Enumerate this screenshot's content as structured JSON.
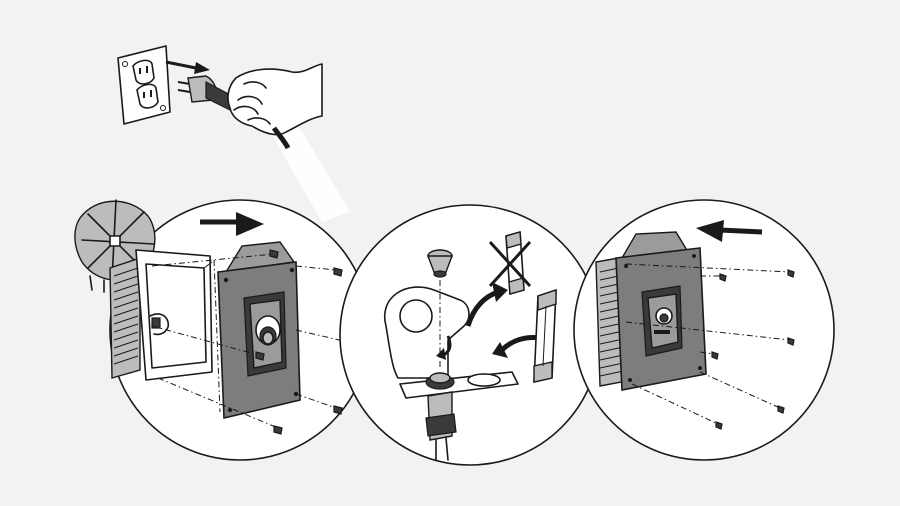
{
  "colors": {
    "background": "#f2f2f2",
    "line": "#1a1a1a",
    "plate": "#7d7d7d",
    "white": "#ffffff"
  },
  "steps": [
    {
      "id": "unplug",
      "icons": [
        "outlet-icon",
        "plug-icon",
        "hand-icon"
      ]
    },
    {
      "id": "remove-cover-plate",
      "icons": [
        "fan-guard-icon",
        "housing-box-icon",
        "cover-plate-icon",
        "screw-icon",
        "arrow-right-icon"
      ]
    },
    {
      "id": "replace-fuse",
      "icons": [
        "fuse-holder-icon",
        "fuse-cap-icon",
        "old-fuse-icon",
        "x-mark-icon",
        "new-fuse-icon",
        "curved-arrow-icon"
      ]
    },
    {
      "id": "reinstall-cover-plate",
      "icons": [
        "heater-unit-icon",
        "cover-plate-icon",
        "screw-icon",
        "arrow-left-icon"
      ]
    }
  ]
}
